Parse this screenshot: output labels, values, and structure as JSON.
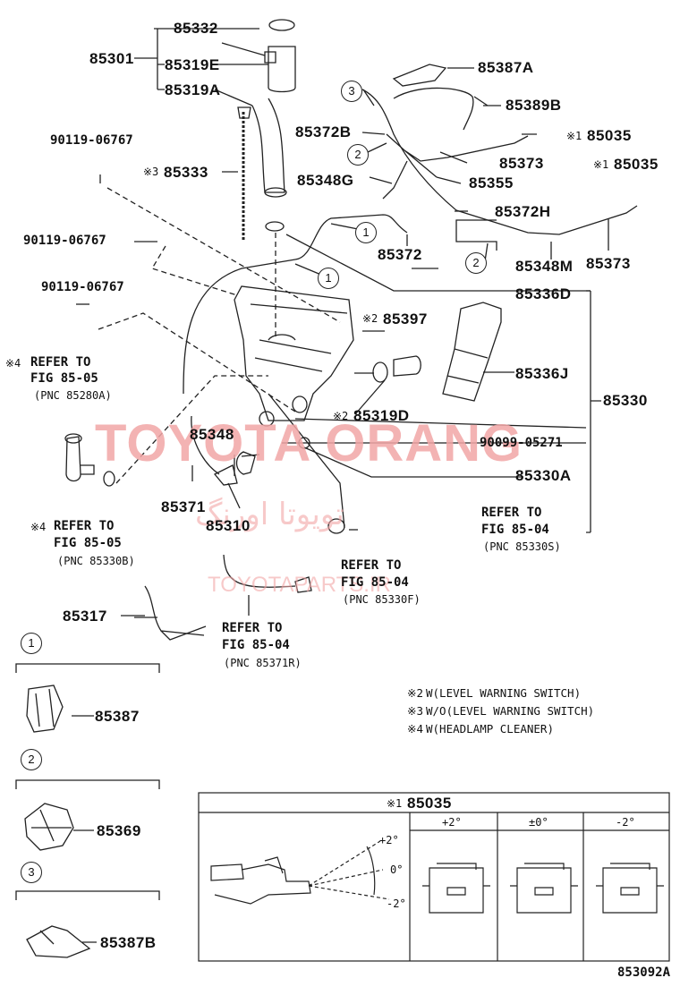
{
  "parts": {
    "p85332": "85332",
    "p85301": "85301",
    "p85319E": "85319E",
    "p85319A": "85319A",
    "p85387A": "85387A",
    "p85389B": "85389B",
    "p85372B": "85372B",
    "p85035a": "85035",
    "p85035b": "85035",
    "p85373a": "85373",
    "p85348G": "85348G",
    "p85355": "85355",
    "p85372H": "85372H",
    "p85372": "85372",
    "p85348M": "85348M",
    "p85373b": "85373",
    "p85333": "85333",
    "p90119a": "90119-06767",
    "p90119b": "90119-06767",
    "p90119c": "90119-06767",
    "p85336D": "85336D",
    "p85397": "85397",
    "p85336J": "85336J",
    "p85319D": "85319D",
    "p85330": "85330",
    "p85348": "85348",
    "p90099": "90099-05271",
    "p85330A": "85330A",
    "p85371": "85371",
    "p85310": "85310",
    "p85317": "85317",
    "p85387": "85387",
    "p85369": "85369",
    "p85387B": "85387B"
  },
  "marks": {
    "m1": "※1",
    "m2": "※2",
    "m3": "※3",
    "m4": "※4"
  },
  "refs": {
    "r1_line1": "REFER TO",
    "r1_line2": "FIG 85-05",
    "r1_line3": "(PNC 85280A)",
    "r2_line1": "REFER TO",
    "r2_line2": "FIG 85-05",
    "r2_line3": "(PNC 85330B)",
    "r3_line1": "REFER TO",
    "r3_line2": "FIG 85-04",
    "r3_line3": "(PNC 85330S)",
    "r4_line1": "REFER TO",
    "r4_line2": "FIG 85-04",
    "r4_line3": "(PNC 85330F)",
    "r5_line1": "REFER TO",
    "r5_line2": "FIG 85-04",
    "r5_line3": "(PNC 85371R)"
  },
  "notes": {
    "n2": "W(LEVEL WARNING SWITCH)",
    "n3": "W/O(LEVEL WARNING SWITCH)",
    "n4": "W(HEADLAMP CLEANER)"
  },
  "callouts": {
    "c1": "1",
    "c2": "2",
    "c3": "3"
  },
  "table": {
    "title_mark": "※1",
    "title": "85035",
    "col1": "+2°",
    "col2": "±0°",
    "col3": "-2°",
    "angle_top": "+2°",
    "angle_mid": "0°",
    "angle_bot": "-2°"
  },
  "watermark": {
    "main": "TOYOTA ORANG",
    "arabic": "تويوتا اورنگ",
    "sub": "TOYOTAPARTS.IR"
  },
  "figure_id": "853092A"
}
